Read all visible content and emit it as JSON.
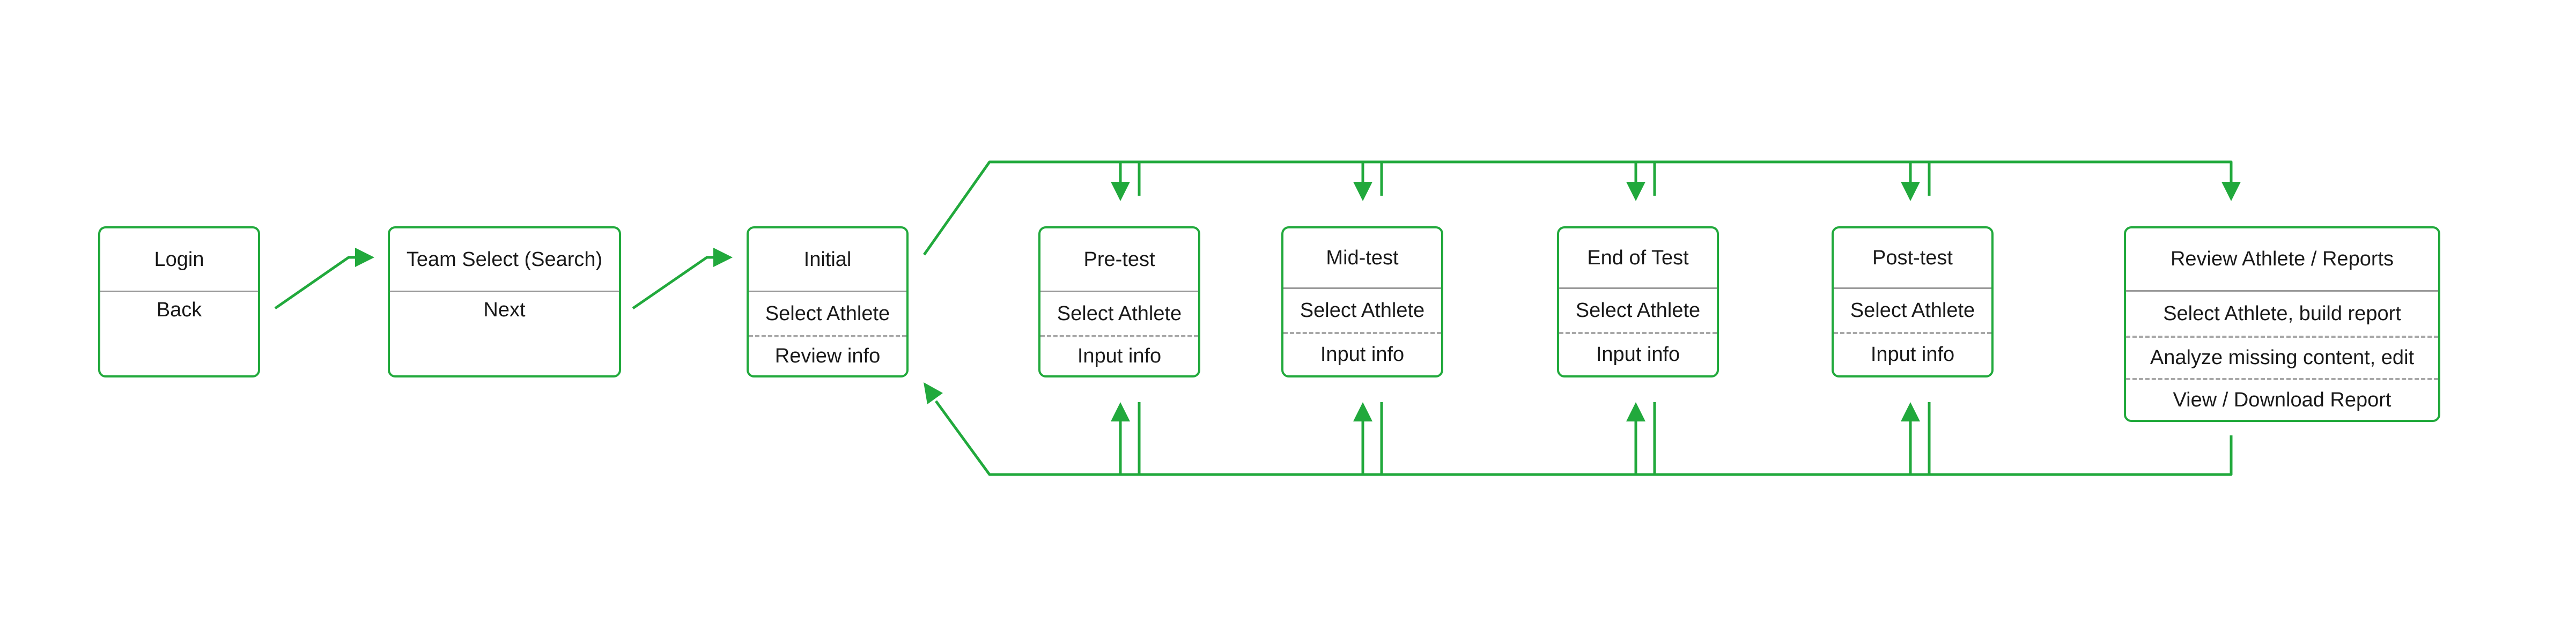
{
  "colors": {
    "accent": "#21a93c",
    "divider": "#9a9a9a",
    "text": "#1a1a1a"
  },
  "boxes": {
    "login": {
      "title": "Login",
      "rows": [
        "Back"
      ]
    },
    "team_select": {
      "title": "Team Select (Search)",
      "rows": [
        "Next"
      ]
    },
    "initial": {
      "title": "Initial",
      "rows": [
        "Select Athlete",
        "Review info"
      ]
    },
    "pretest": {
      "title": "Pre-test",
      "rows": [
        "Select Athlete",
        "Input info"
      ]
    },
    "midtest": {
      "title": "Mid-test",
      "rows": [
        "Select Athlete",
        "Input info"
      ]
    },
    "endtest": {
      "title": "End of Test",
      "rows": [
        "Select Athlete",
        "Input info"
      ]
    },
    "posttest": {
      "title": "Post-test",
      "rows": [
        "Select Athlete",
        "Input info"
      ]
    },
    "review": {
      "title": "Review Athlete / Reports",
      "rows": [
        "Select Athlete, build report",
        "Analyze missing content, edit",
        "View / Download Report"
      ]
    }
  }
}
